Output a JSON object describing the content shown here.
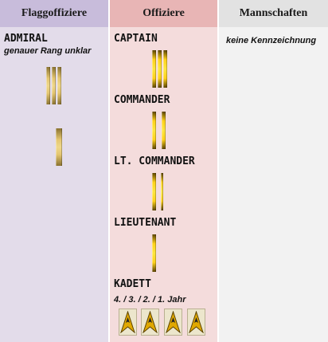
{
  "headers": {
    "flag": "Flaggoffiziere",
    "officers": "Offiziere",
    "crew": "Mannschaften"
  },
  "flag_column": {
    "rank": "ADMIRAL",
    "note": "genauer Rang unklar"
  },
  "officer_column": {
    "ranks": [
      "CAPTAIN",
      "COMMANDER",
      "LT. COMMANDER",
      "LIEUTENANT",
      "KADETT"
    ],
    "cadet_years": "4. / 3. / 2. / 1. Jahr"
  },
  "crew_column": {
    "note": "keine Kennzeichnung"
  },
  "insignia": {
    "captain_stripes": 3,
    "commander_stripes": 2,
    "lt_commander_stripes": 1.5,
    "lieutenant_stripes": 1,
    "cadet_badges": 4,
    "badge_icon": "starfleet-delta-icon"
  },
  "colors": {
    "gold": "#ffd21a",
    "pale_gold": "#e4c670"
  }
}
